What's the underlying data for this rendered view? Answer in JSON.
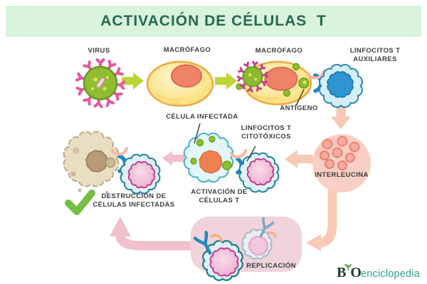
{
  "title": "ACTIVACIÓN DE CÉLULAS  T",
  "labels": {
    "virus": "VIRUS",
    "macrofago1": "MACRÓFAGO",
    "macrofago2": "MACRÓFAGO",
    "linfocitos_auxiliares": "LINFOCITOS T\nAUXILIARES",
    "antigeno": "ANTÍGENO",
    "celula_infectada": "CÉLULA INFECTADA",
    "linfocitos_citotoxicos": "LINFOCITOS T\nCITOTÓXICOS",
    "interleucina": "INTERLEUCINA",
    "activacion": "ACTIVACIÓN DE\nCÉLULAS T",
    "destruccion": "DESTRUCCIÓN DE\nCÉLULAS INFECTADAS",
    "replicacion": "REPLICACIÓN"
  },
  "logo": {
    "b": "B",
    "o": "O",
    "text": "enciclopedia"
  },
  "colors": {
    "title_bg": "#d9f3dd",
    "title_text": "#256a4c",
    "label_text": "#3d3d3d",
    "green_arrow": "#bcd435",
    "salmon_arrow": "#f8c9b4",
    "pink_arrow": "#f2bfcc",
    "virus_green": "#90bb33",
    "virus_spike_pink": "#e8559e",
    "macrophage_yellow": "#fbe48a",
    "macrophage_border": "#efa83d",
    "nucleus_orange": "#ee8465",
    "antigen_green": "#8cc02c",
    "receptor_blue": "#1f86bd",
    "helper_t_blue": "#2f96d2",
    "cell_light_blue": "#def2f8",
    "interleukin_pink": "#f9cfc3",
    "replication_box": "#f0d3db",
    "check_green": "#72bf44",
    "logo_teal": "#2f9e92"
  }
}
